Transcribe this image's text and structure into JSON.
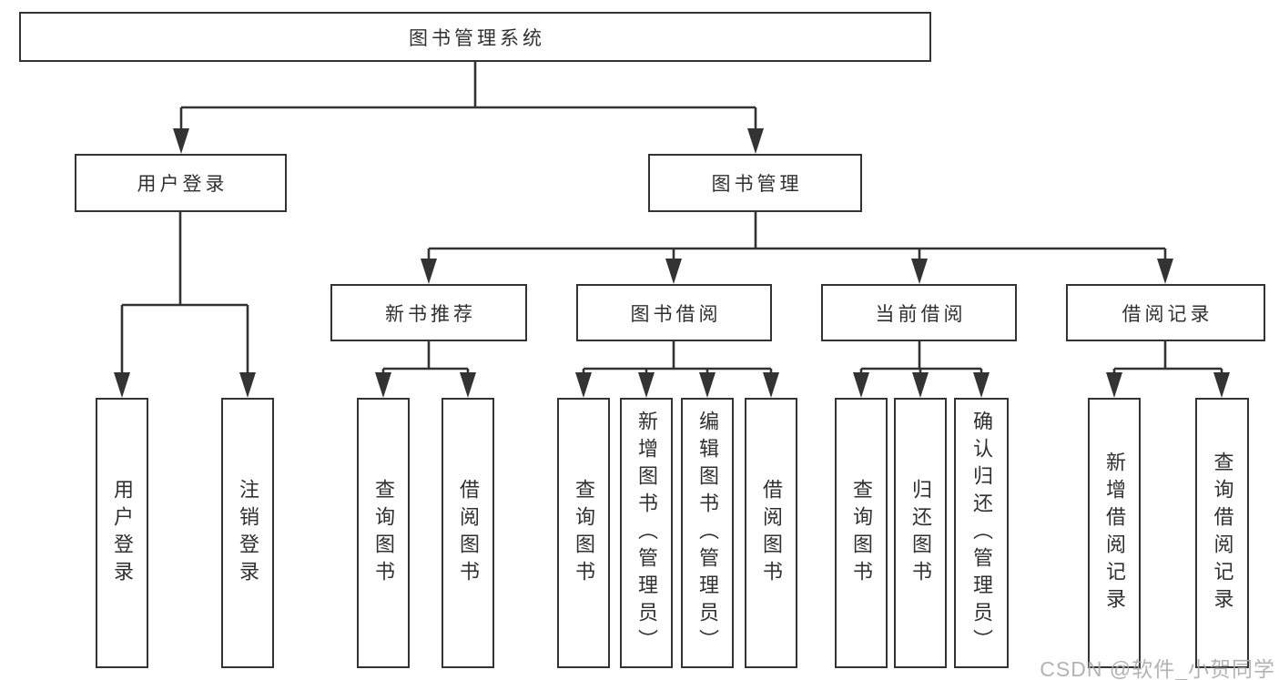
{
  "tree": {
    "root": {
      "label": "图书管理系统"
    },
    "children": [
      {
        "label": "用户登录",
        "children": [
          {
            "label": "用户登录"
          },
          {
            "label": "注销登录"
          }
        ]
      },
      {
        "label": "图书管理",
        "children": [
          {
            "label": "新书推荐",
            "children": [
              {
                "label": "查询图书"
              },
              {
                "label": "借阅图书"
              }
            ]
          },
          {
            "label": "图书借阅",
            "children": [
              {
                "label": "查询图书"
              },
              {
                "label": "新增图书（管理员）"
              },
              {
                "label": "编辑图书（管理员）"
              },
              {
                "label": "借阅图书"
              }
            ]
          },
          {
            "label": "当前借阅",
            "children": [
              {
                "label": "查询图书"
              },
              {
                "label": "归还图书"
              },
              {
                "label": "确认归还（管理员）"
              }
            ]
          },
          {
            "label": "借阅记录",
            "children": [
              {
                "label": "新增借阅记录"
              },
              {
                "label": "查询借阅记录"
              }
            ]
          }
        ]
      }
    ]
  },
  "watermark": "CSDN @软件_小贺同学",
  "colors": {
    "line": "#333333",
    "text": "#303030",
    "watermark": "#a9a9a9",
    "background": "#ffffff"
  }
}
